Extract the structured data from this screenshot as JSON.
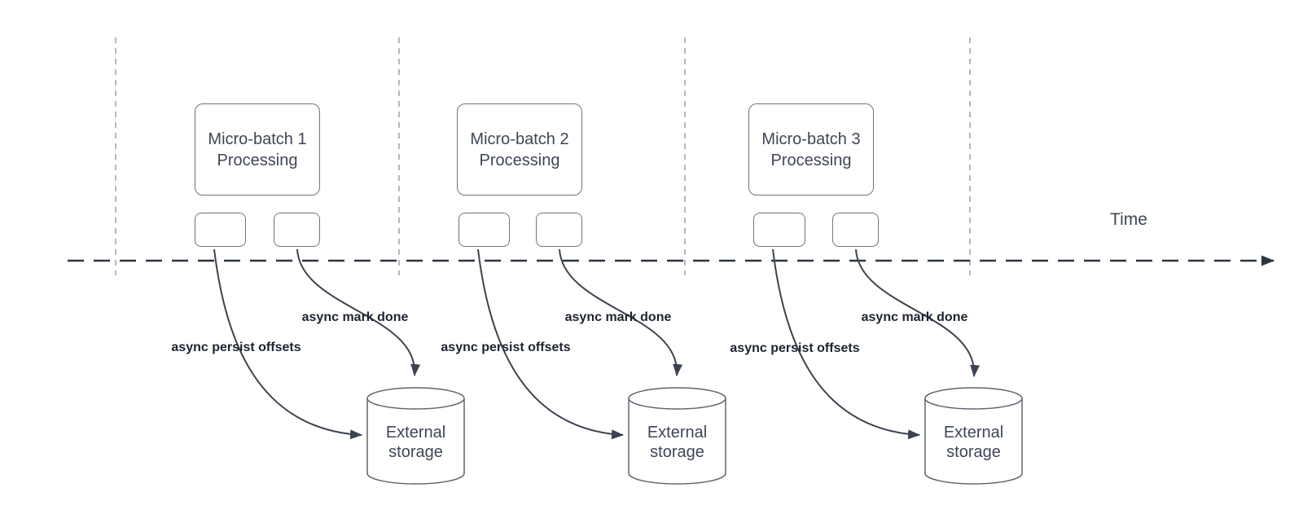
{
  "time_axis": {
    "label": "Time"
  },
  "batches": [
    {
      "box_line1": "Micro-batch 1",
      "box_line2": "Processing",
      "persist_label": "async persist offsets",
      "mark_done_label": "async mark done",
      "storage_line1": "External",
      "storage_line2": "storage"
    },
    {
      "box_line1": "Micro-batch 2",
      "box_line2": "Processing",
      "persist_label": "async persist offsets",
      "mark_done_label": "async mark done",
      "storage_line1": "External",
      "storage_line2": "storage"
    },
    {
      "box_line1": "Micro-batch 3",
      "box_line2": "Processing",
      "persist_label": "async persist offsets",
      "mark_done_label": "async mark done",
      "storage_line1": "External",
      "storage_line2": "storage"
    }
  ],
  "colors": {
    "arrow": "#3c4350",
    "axis": "#2f3540",
    "guide": "#b4b7bb",
    "shape_border": "#70747b",
    "cylinder_border": "#5f646e",
    "text": "#3f4654",
    "label_text": "#1e2330"
  }
}
